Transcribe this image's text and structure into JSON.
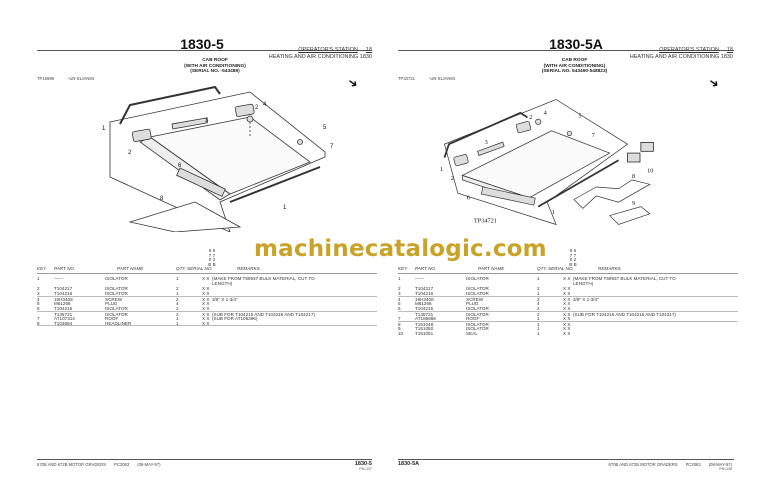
{
  "watermark": "machinecatalogic.com",
  "pages": [
    {
      "title": "1830-5",
      "section": "OPERATOR'S STATION",
      "section_num": "18",
      "subsection": "HEATING AND AIR CONDITIONING 1830",
      "caption": [
        "CAB ROOF",
        "(WITH AIR CONDITIONING)",
        "(SERIAL NO.      -543489)"
      ],
      "tp_id": "TP15699",
      "tp_date": "-UN-01JAN94",
      "serial_head": [
        "6 6",
        "7 7",
        "0 2",
        "B B"
      ],
      "table_headers": {
        "key": "KEY",
        "part_no": "PART NO.",
        "part_name": "PART NAME",
        "qty": "QTY.",
        "serial_no": "SERIAL NO.",
        "remarks": "REMARKS"
      },
      "rows": [
        {
          "key": "1",
          "part": "------",
          "name": "ISOLATOR",
          "qty": "1",
          "bb": "X X",
          "remarks": "(MAKE FROM T59937 BULK MATERIAL, CUT TO LENGTH)"
        },
        {
          "key": "2",
          "part": "T104217",
          "name": "ISOLATOR",
          "qty": "2",
          "bb": "X X",
          "remarks": ""
        },
        {
          "key": "3",
          "part": "T104216",
          "name": "ISOLATOR",
          "qty": "1",
          "bb": "X X",
          "remarks": ""
        },
        {
          "key": "4",
          "part": "19H3408",
          "name": "SCREW",
          "qty": "2",
          "bb": "X X",
          "remarks": "3/8\" X 1-3/4\""
        },
        {
          "key": "5",
          "part": "M61266",
          "name": "PLUG",
          "qty": "4",
          "bb": "X X",
          "remarks": ""
        },
        {
          "key": "6",
          "part": "T104215",
          "name": "ISOLATOR",
          "qty": "2",
          "bb": "X X",
          "remarks": ""
        },
        {
          "key": "",
          "part": "T135731",
          "name": "ISOLATOR",
          "qty": "2",
          "bb": "X X",
          "remarks": "(SUB FOR T104215 AND T104216 AND T104217)"
        },
        {
          "key": "7",
          "part": "AT107314",
          "name": "ROOF",
          "qty": "1",
          "bb": "X X",
          "remarks": "(SUB FOR AT105396)"
        },
        {
          "key": "8",
          "part": "T103684",
          "name": "HEADLINER",
          "qty": "1",
          "bb": "X X",
          "remarks": ""
        }
      ],
      "footer": {
        "model": "670B AND 672B MOTOR GRADERS",
        "pc": "PC2063",
        "date": "(08-MAY-97)",
        "page": "1830-5",
        "pn": "PN=137"
      }
    },
    {
      "title": "1830-5A",
      "section": "OPERATOR'S STATION",
      "section_num": "18",
      "subsection": "HEATING AND AIR CONDITIONING 1830",
      "caption": [
        "CAB ROOF",
        "(WITH AIR CONDITIONING)",
        "(SERIAL NO. 543490-548823)"
      ],
      "tp_id": "TP34721",
      "tp_date": "-UN-01JAN94",
      "illus_label": "TP34721",
      "serial_head": [
        "6 6",
        "7 7",
        "0 2",
        "B B"
      ],
      "table_headers": {
        "key": "KEY",
        "part_no": "PART NO.",
        "part_name": "PART NAME",
        "qty": "QTY.",
        "serial_no": "SERIAL NO.",
        "remarks": "REMARKS"
      },
      "rows": [
        {
          "key": "1",
          "part": "------",
          "name": "ISOLATOR",
          "qty": "1",
          "bb": "X X",
          "remarks": "(MAKE FROM T59937 BULK MATERIAL, CUT TO LENGTH)"
        },
        {
          "key": "2",
          "part": "T104217",
          "name": "ISOLATOR",
          "qty": "2",
          "bb": "X X",
          "remarks": ""
        },
        {
          "key": "3",
          "part": "T104216",
          "name": "ISOLATOR",
          "qty": "1",
          "bb": "X X",
          "remarks": ""
        },
        {
          "key": "4",
          "part": "19H3408",
          "name": "SCREW",
          "qty": "2",
          "bb": "X X",
          "remarks": "3/8\" X 1-3/4\""
        },
        {
          "key": "5",
          "part": "M61266",
          "name": "PLUG",
          "qty": "4",
          "bb": "X X",
          "remarks": ""
        },
        {
          "key": "6",
          "part": "T104215",
          "name": "ISOLATOR",
          "qty": "2",
          "bb": "X X",
          "remarks": ""
        },
        {
          "key": "",
          "part": "T135731",
          "name": "ISOLATOR",
          "qty": "2",
          "bb": "X X",
          "remarks": "(SUB FOR T104215 AND T104216 AND T104217)"
        },
        {
          "key": "7",
          "part": "AT186868",
          "name": "ROOF",
          "qty": "1",
          "bb": "X X",
          "remarks": ""
        },
        {
          "key": "8",
          "part": "T151048",
          "name": "ISOLATOR",
          "qty": "1",
          "bb": "X X",
          "remarks": ""
        },
        {
          "key": "9",
          "part": "T151050",
          "name": "ISOLATOR",
          "qty": "1",
          "bb": "X X",
          "remarks": ""
        },
        {
          "key": "10",
          "part": "T151051",
          "name": "SEAL",
          "qty": "1",
          "bb": "X X",
          "remarks": ""
        }
      ],
      "footer": {
        "model": "670B AND 672B MOTOR GRADERS",
        "pc": "PC2063",
        "date": "(08-MAY-97)",
        "page": "1830-5A",
        "pn": "PN=138"
      }
    }
  ]
}
